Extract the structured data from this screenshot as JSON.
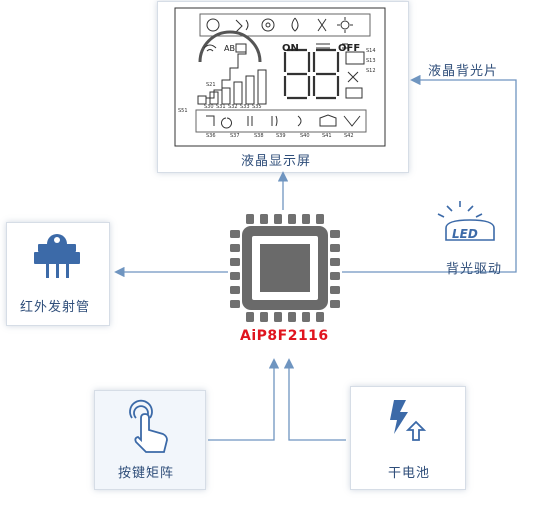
{
  "labels": {
    "lcd_display": "液晶显示屏",
    "lcd_backlight": "液晶背光片",
    "backlight_driver": "背光驱动",
    "ir_tube": "红外发射管",
    "chip": "AiP8F2116",
    "keypad": "按键矩阵",
    "battery": "干电池",
    "led": "LED"
  },
  "lcd": {
    "top_text_on": "ON",
    "top_text_off": "OFF",
    "text_ab": "AB",
    "segments": [
      "S30",
      "S31",
      "S32",
      "S33",
      "S35",
      "S36",
      "S37",
      "S38",
      "S39",
      "S40",
      "S41",
      "S42",
      "S14",
      "S13",
      "S12",
      "S51",
      "S21"
    ]
  },
  "colors": {
    "arrow": "#6f95c0",
    "chip_label": "#e0141e",
    "label_text": "#2f4e7a",
    "icon": "#3c6aa8"
  }
}
